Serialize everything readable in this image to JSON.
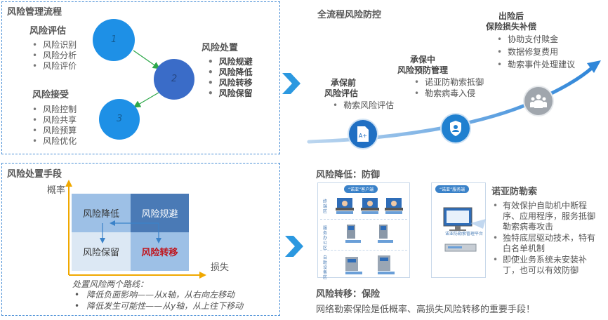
{
  "colors": {
    "panel_border": "#4a8fd6",
    "circle_light": "#1e90e6",
    "circle_dark": "#3a6cc8",
    "arrow_green": "#2ea84a",
    "chevron": "#2b98e0",
    "quad_light": "#9dc0e6",
    "quad_dark": "#4a7ab6",
    "quad_pale": "#dce8f4",
    "axis": "#f0a800",
    "red_text": "#c0141c",
    "path_curve": "#2f86d9",
    "icon_gray": "#a0a6ad"
  },
  "process": {
    "title": "风险管理流程",
    "assess": {
      "title": "风险评估",
      "items": [
        "风险识别",
        "风险分析",
        "风险评价"
      ]
    },
    "accept": {
      "title": "风险接受",
      "items": [
        "风险控制",
        "风险共享",
        "风险预算",
        "风险优化"
      ]
    },
    "dispose": {
      "title": "风险处置",
      "items": [
        "风险规避",
        "风险降低",
        "风险转移",
        "风险保留"
      ]
    },
    "nodes": [
      "1",
      "2",
      "3"
    ]
  },
  "methods": {
    "title": "风险处置手段",
    "y_axis": "概率",
    "x_axis": "损失",
    "cells": {
      "top_left": "风险降低",
      "top_right": "风险规避",
      "bottom_left": "风险保留",
      "bottom_right": "风险转移"
    },
    "paths_title": "处置风险两个路线：",
    "paths": [
      "降低负面影响——从x轴，从右向左移动",
      "降低发生可能性——从y轴，从上往下移动"
    ]
  },
  "full_process": {
    "title": "全流程风险防控",
    "stages": [
      {
        "title_lines": [
          "承保前",
          "风险评估"
        ],
        "items": [
          "勒索风险评估"
        ],
        "icon": "document-a-plus-icon"
      },
      {
        "title_lines": [
          "承保中",
          "风险预防管理"
        ],
        "items": [
          "诺亚防勒索抵御",
          "勒索病毒入侵"
        ],
        "icon": "shield-user-icon"
      },
      {
        "title_lines": [
          "出险后",
          "保险损失补偿"
        ],
        "items": [
          "协助支付赎金",
          "数据修复费用",
          "勒索事件处理建议"
        ],
        "icon": "people-group-icon"
      }
    ]
  },
  "reduce": {
    "title": "风险降低：防御",
    "client_tag": "“诺亚”客户端",
    "server_tag": "“诺亚”服务端",
    "zones": [
      "终端区",
      "服务办公区",
      "自助设备区"
    ],
    "server_caption": "诺亚防勒索管理平台",
    "product_title": "诺亚防勒索",
    "product_items": [
      "有效保护自助机中断程序、应用程序，服务抵御勒索病毒攻击",
      "独特底层驱动技术，特有白名单机制",
      "即使业务系统未安装补丁，也可以有效防御"
    ]
  },
  "transfer": {
    "title": "风险转移：保险",
    "description": "网络勒索保险是低概率、高损失风险转移的重要手段！"
  }
}
